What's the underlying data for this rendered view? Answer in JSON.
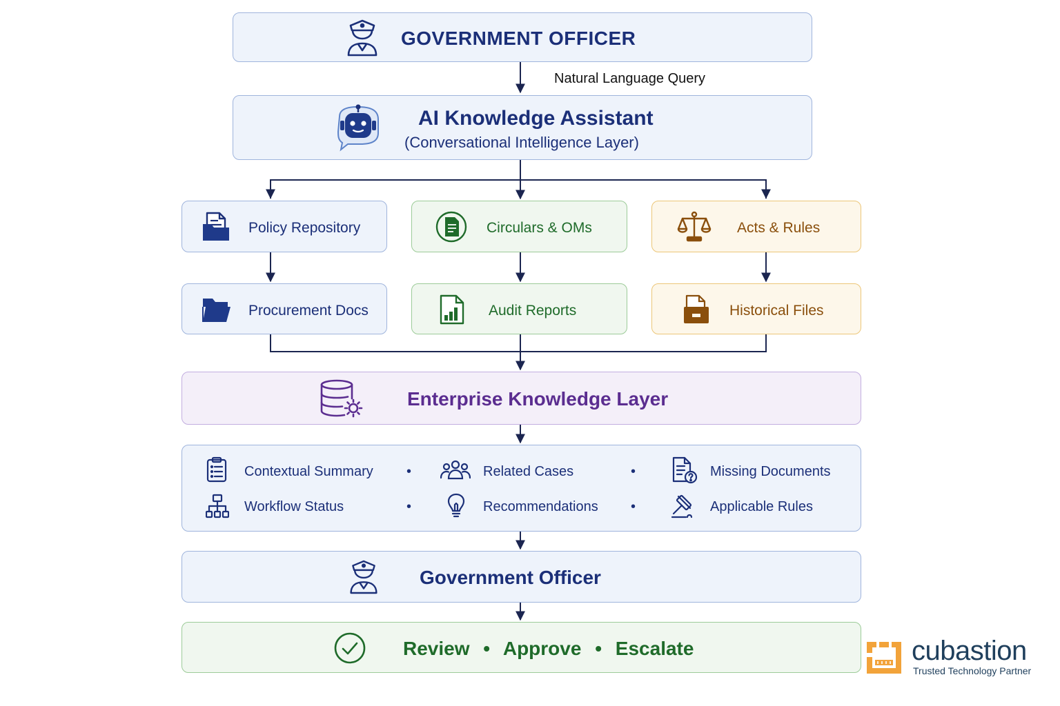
{
  "top_officer": {
    "title": "GOVERNMENT OFFICER",
    "icon": "officer-icon"
  },
  "query_label": "Natural Language Query",
  "assistant": {
    "title": "AI Knowledge Assistant",
    "subtitle": "(Conversational Intelligence Layer)",
    "icon": "robot-chat-icon"
  },
  "sources": [
    {
      "label": "Policy Repository",
      "icon": "policy-folder-icon",
      "theme": "blue"
    },
    {
      "label": "Circulars & OMs",
      "icon": "circular-document-icon",
      "theme": "green"
    },
    {
      "label": "Acts & Rules",
      "icon": "scales-icon",
      "theme": "amber"
    },
    {
      "label": "Procurement Docs",
      "icon": "folder-icon",
      "theme": "blue"
    },
    {
      "label": "Audit Reports",
      "icon": "bar-chart-document-icon",
      "theme": "green"
    },
    {
      "label": "Historical Files",
      "icon": "archive-box-icon",
      "theme": "amber"
    }
  ],
  "enterprise": {
    "title": "Enterprise Knowledge Layer",
    "icon": "database-gear-icon"
  },
  "outputs": [
    {
      "label": "Contextual Summary",
      "icon": "clipboard-list-icon"
    },
    {
      "label": "Related Cases",
      "icon": "people-group-icon"
    },
    {
      "label": "Missing Documents",
      "icon": "document-question-icon"
    },
    {
      "label": "Workflow Status",
      "icon": "org-chart-icon"
    },
    {
      "label": "Recommendations",
      "icon": "lightbulb-icon"
    },
    {
      "label": "Applicable Rules",
      "icon": "gavel-icon"
    }
  ],
  "bottom_officer": {
    "title": "Government Officer",
    "icon": "officer-icon"
  },
  "actions": {
    "items": [
      "Review",
      "Approve",
      "Escalate"
    ],
    "separator": "•",
    "icon": "check-circle-icon"
  },
  "brand": {
    "name": "cubastion",
    "tagline": "Trusted Technology Partner"
  },
  "colors": {
    "navy": "#1b2f78",
    "green": "#1f6b2a",
    "amber": "#8a4f0c",
    "purple": "#5b2d90",
    "brand_orange": "#f2a33a",
    "brand_text": "#1f3f5c"
  }
}
